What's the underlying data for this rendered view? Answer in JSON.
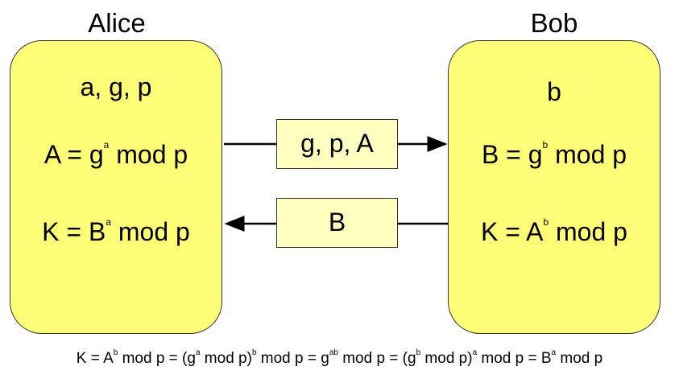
{
  "alice": {
    "title": "Alice",
    "params": "a, g, p",
    "compute_A": {
      "lhs": "A = g",
      "exp": "a",
      "rhs": " mod p"
    },
    "compute_K": {
      "lhs": "K = B",
      "exp": "a",
      "rhs": " mod p"
    }
  },
  "bob": {
    "title": "Bob",
    "params": "b",
    "compute_B": {
      "lhs": "B = g",
      "exp": "b",
      "rhs": " mod p"
    },
    "compute_K": {
      "lhs": "K = A",
      "exp": "b",
      "rhs": " mod p"
    }
  },
  "messages": {
    "to_bob": "g, p, A",
    "to_alice": "B"
  },
  "footer": [
    {
      "t": "K = A"
    },
    {
      "s": "b"
    },
    {
      "t": " mod p = (g"
    },
    {
      "s": "a"
    },
    {
      "t": " mod p)"
    },
    {
      "s": "b"
    },
    {
      "t": " mod p = g"
    },
    {
      "s": "ab"
    },
    {
      "t": " mod p = (g"
    },
    {
      "s": "b"
    },
    {
      "t": " mod p)"
    },
    {
      "s": "a"
    },
    {
      "t": " mod p = B"
    },
    {
      "s": "a"
    },
    {
      "t": " mod p"
    }
  ],
  "colors": {
    "party_fill": "#ffff77",
    "message_fill": "#ffffc0",
    "stroke": "#333333"
  }
}
